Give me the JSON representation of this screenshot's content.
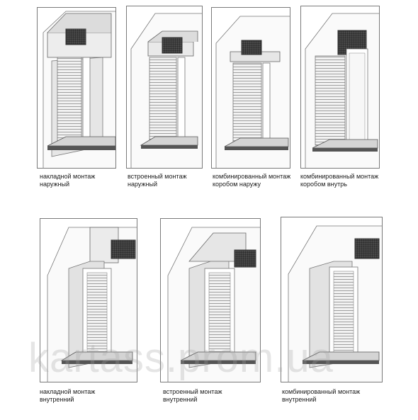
{
  "panels": [
    {
      "caption_line1": "накладной монтаж",
      "caption_line2": "наружный"
    },
    {
      "caption_line1": "встроенный монтаж",
      "caption_line2": "наружный"
    },
    {
      "caption_line1": "комбинированный  монтаж",
      "caption_line2": "коробом  наружу"
    },
    {
      "caption_line1": "комбинированный  монтаж",
      "caption_line2": "коробом внутрь"
    },
    {
      "caption_line1": "накладной монтаж",
      "caption_line2": "внутренний"
    },
    {
      "caption_line1": "встроенный монтаж",
      "caption_line2": "внутренний"
    },
    {
      "caption_line1": "комбинированный монтаж",
      "caption_line2": "внутренний"
    }
  ],
  "watermark": "kartass.prom.ua"
}
